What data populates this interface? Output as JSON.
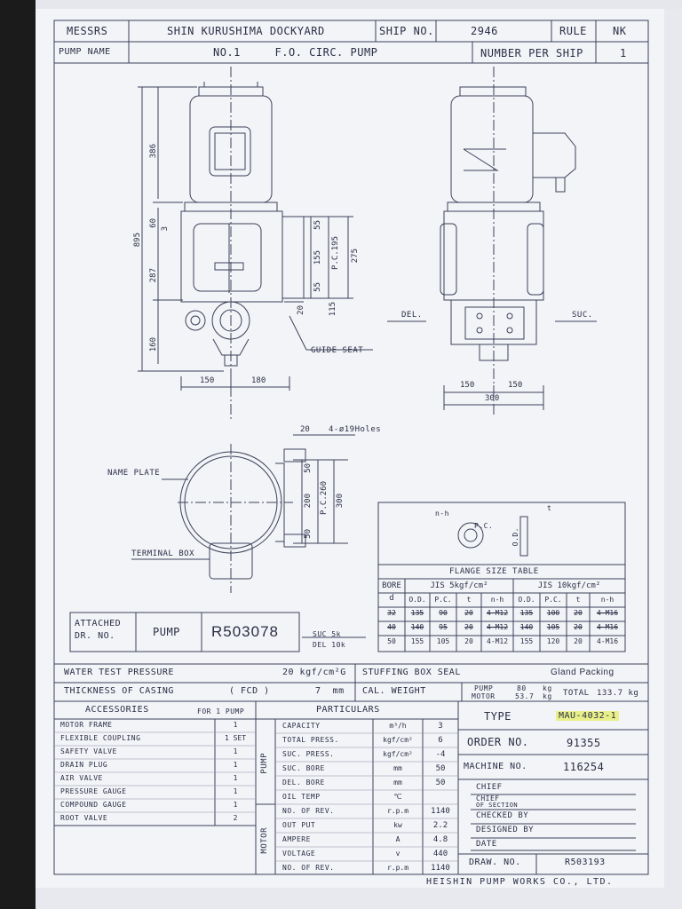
{
  "header": {
    "messrs_label": "MESSRS",
    "messrs_value": "SHIN KURUSHIMA DOCKYARD",
    "ship_no_label": "SHIP NO.",
    "ship_no_value": "2946",
    "rule_label": "RULE",
    "rule_value": "NK",
    "pump_name_label": "PUMP NAME",
    "pump_name_value": "NO.1     F.O. CIRC. PUMP",
    "number_per_ship_label": "NUMBER PER SHIP",
    "number_per_ship_value": "1"
  },
  "drawing": {
    "front_dims": {
      "d386": "386",
      "d895": "895",
      "d60": "60",
      "d3": "3",
      "d287": "287",
      "d160": "160",
      "d55a": "55",
      "d155": "155",
      "d55b": "55",
      "d115": "115",
      "pc195": "P.C.195",
      "d275": "275",
      "d20": "20",
      "d150": "150",
      "d180": "180"
    },
    "side_dims": {
      "d150a": "150",
      "d150b": "150",
      "d300": "300"
    },
    "del_label": "DEL.",
    "suc_label": "SUC.",
    "guide_seat_label": "GUIDE SEAT",
    "plan_dims": {
      "d20": "20",
      "holes": "4-ø19Holes",
      "d50a": "50",
      "d200": "200",
      "pc260": "P.C.260",
      "d300": "300",
      "d50b": "50"
    },
    "name_plate_label": "NAME PLATE",
    "terminal_box_label": "TERMINAL BOX"
  },
  "flange_table": {
    "sketch_nh": "n-h",
    "sketch_pc": "P.C.",
    "sketch_od": "O.D.",
    "sketch_t": "t",
    "title": "FLANGE  SIZE  TABLE",
    "bore_label": "BORE",
    "d_label": "d",
    "jis5_label": "JIS 5kgf/cm²",
    "jis10_label": "JIS 10kgf/cm²",
    "sub_headers": [
      "O.D.",
      "P.C.",
      "t",
      "n-h",
      "O.D.",
      "P.C.",
      "t",
      "n-h"
    ],
    "rows": [
      [
        "32",
        "135",
        "90",
        "20",
        "4-M12",
        "135",
        "100",
        "20",
        "4-M16"
      ],
      [
        "40",
        "140",
        "95",
        "20",
        "4-M12",
        "140",
        "105",
        "20",
        "4-M16"
      ],
      [
        "50",
        "155",
        "105",
        "20",
        "4-M12",
        "155",
        "120",
        "20",
        "4-M16"
      ]
    ]
  },
  "attached": {
    "label_line1": "ATTACHED",
    "label_line2": "DR. NO.",
    "pump_label": "PUMP",
    "number": "R503078",
    "suc_note": "SUC 5k",
    "del_note": "DEL 10k"
  },
  "specs": {
    "water_test_label": "WATER TEST PRESSURE",
    "water_test_value": "20 kgf/cm²G",
    "stuffing_label": "STUFFING BOX SEAL",
    "stuffing_value": "Gland Packing",
    "thickness_label": "THICKNESS OF CASING",
    "thickness_material": "( FCD )",
    "thickness_value": "7  mm",
    "weight_label": "CAL. WEIGHT",
    "pump_w_label": "PUMP",
    "motor_w_label": "MOTOR",
    "pump_w_value": "80",
    "motor_w_value": "53.7",
    "kg1": "kg",
    "kg2": "kg",
    "total_label": "TOTAL",
    "total_value": "133.7 kg"
  },
  "accessories": {
    "title": "ACCESSORIES",
    "for_label": "FOR 1 PUMP",
    "items": [
      {
        "name": "MOTOR FRAME",
        "qty": "1"
      },
      {
        "name": "FLEXIBLE COUPLING",
        "qty": "1 SET"
      },
      {
        "name": "SAFETY VALVE",
        "qty": "1"
      },
      {
        "name": "DRAIN PLUG",
        "qty": "1"
      },
      {
        "name": "AIR VALVE",
        "qty": "1"
      },
      {
        "name": "PRESSURE GAUGE",
        "qty": "1"
      },
      {
        "name": "COMPOUND GAUGE",
        "qty": "1"
      },
      {
        "name": "ROOT VALVE",
        "qty": "2"
      }
    ]
  },
  "particulars": {
    "title": "PARTICULARS",
    "pump_group": "PUMP",
    "motor_group": "MOTOR",
    "rows": [
      {
        "name": "CAPACITY",
        "unit": "m³/h",
        "value": "3"
      },
      {
        "name": "TOTAL PRESS.",
        "unit": "kgf/cm²",
        "value": "6"
      },
      {
        "name": "SUC. PRESS.",
        "unit": "kgf/cm²",
        "value": "-4"
      },
      {
        "name": "SUC. BORE",
        "unit": "mm",
        "value": "50"
      },
      {
        "name": "DEL. BORE",
        "unit": "mm",
        "value": "50"
      },
      {
        "name": "OIL  TEMP",
        "unit": "℃",
        "value": ""
      },
      {
        "name": "NO. OF REV.",
        "unit": "r.p.m",
        "value": "1140"
      },
      {
        "name": "OUT PUT",
        "unit": "kw",
        "value": "2.2"
      },
      {
        "name": "AMPERE",
        "unit": "A",
        "value": "4.8"
      },
      {
        "name": "VOLTAGE",
        "unit": "v",
        "value": "440"
      },
      {
        "name": "NO. OF REV.",
        "unit": "r.p.m",
        "value": "1140"
      }
    ]
  },
  "title_block": {
    "type_label": "TYPE",
    "type_value": "MAU-4032-1",
    "order_label": "ORDER NO.",
    "order_value": "91355",
    "machine_label": "MACHINE NO.",
    "machine_value": "116254",
    "chief": "CHIEF",
    "chief_section_1": "CHIEF",
    "chief_section_2": "OF SECTION",
    "checked": "CHECKED BY",
    "designed": "DESIGNED BY",
    "date": "DATE",
    "draw_label": "DRAW. NO.",
    "draw_value": "R503193"
  },
  "footer": {
    "company": "HEISHIN  PUMP  WORKS  CO., LTD."
  },
  "colors": {
    "paper": "#f3f4f8",
    "ink": "#2a2e44",
    "highlight": "#e9f089",
    "scan_edge": "#1b1b1b"
  }
}
